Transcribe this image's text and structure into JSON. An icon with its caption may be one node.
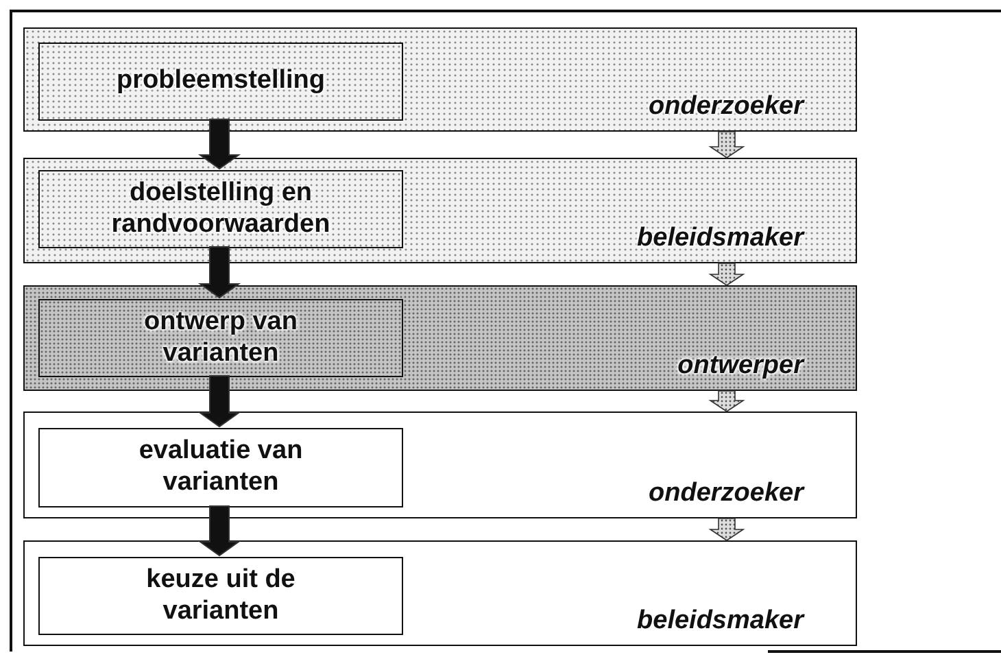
{
  "diagram": {
    "nodes": [
      {
        "text": [
          "onderzoeker"
        ]
      },
      {
        "text": [
          "probleemstelling"
        ],
        "in": 0
      },
      {
        "text": [
          "beleidsmaker"
        ]
      },
      {
        "text": [
          "doelstelling en randvoorwaarden"
        ],
        "in": 2
      },
      {
        "text": [
          "ontwerper"
        ]
      },
      {
        "text": [
          "ontwerp van varianten"
        ],
        "in": 4
      },
      {
        "text": [
          "onderzoeker"
        ]
      },
      {
        "text": [
          "evaluatie van varianten"
        ],
        "in": 6
      },
      {
        "text": [
          "beleidsmaker"
        ]
      },
      {
        "text": [
          "keuze uit de varianten"
        ],
        "in": 8
      }
    ],
    "edges": [
      {
        "from": 1,
        "to": 3,
        "arrow": "to",
        "style": "thick"
      },
      {
        "from": 3,
        "to": 5,
        "arrow": "to",
        "style": "thick"
      },
      {
        "from": 5,
        "to": 7,
        "arrow": "to",
        "style": "thick"
      },
      {
        "from": 7,
        "to": 9,
        "arrow": "to",
        "style": "thick"
      },
      {
        "from": 0,
        "to": 2,
        "arrow": "to"
      },
      {
        "from": 2,
        "to": 4,
        "arrow": "to"
      },
      {
        "from": 4,
        "to": 6,
        "arrow": "to"
      },
      {
        "from": 6,
        "to": 8,
        "arrow": "to"
      }
    ]
  }
}
